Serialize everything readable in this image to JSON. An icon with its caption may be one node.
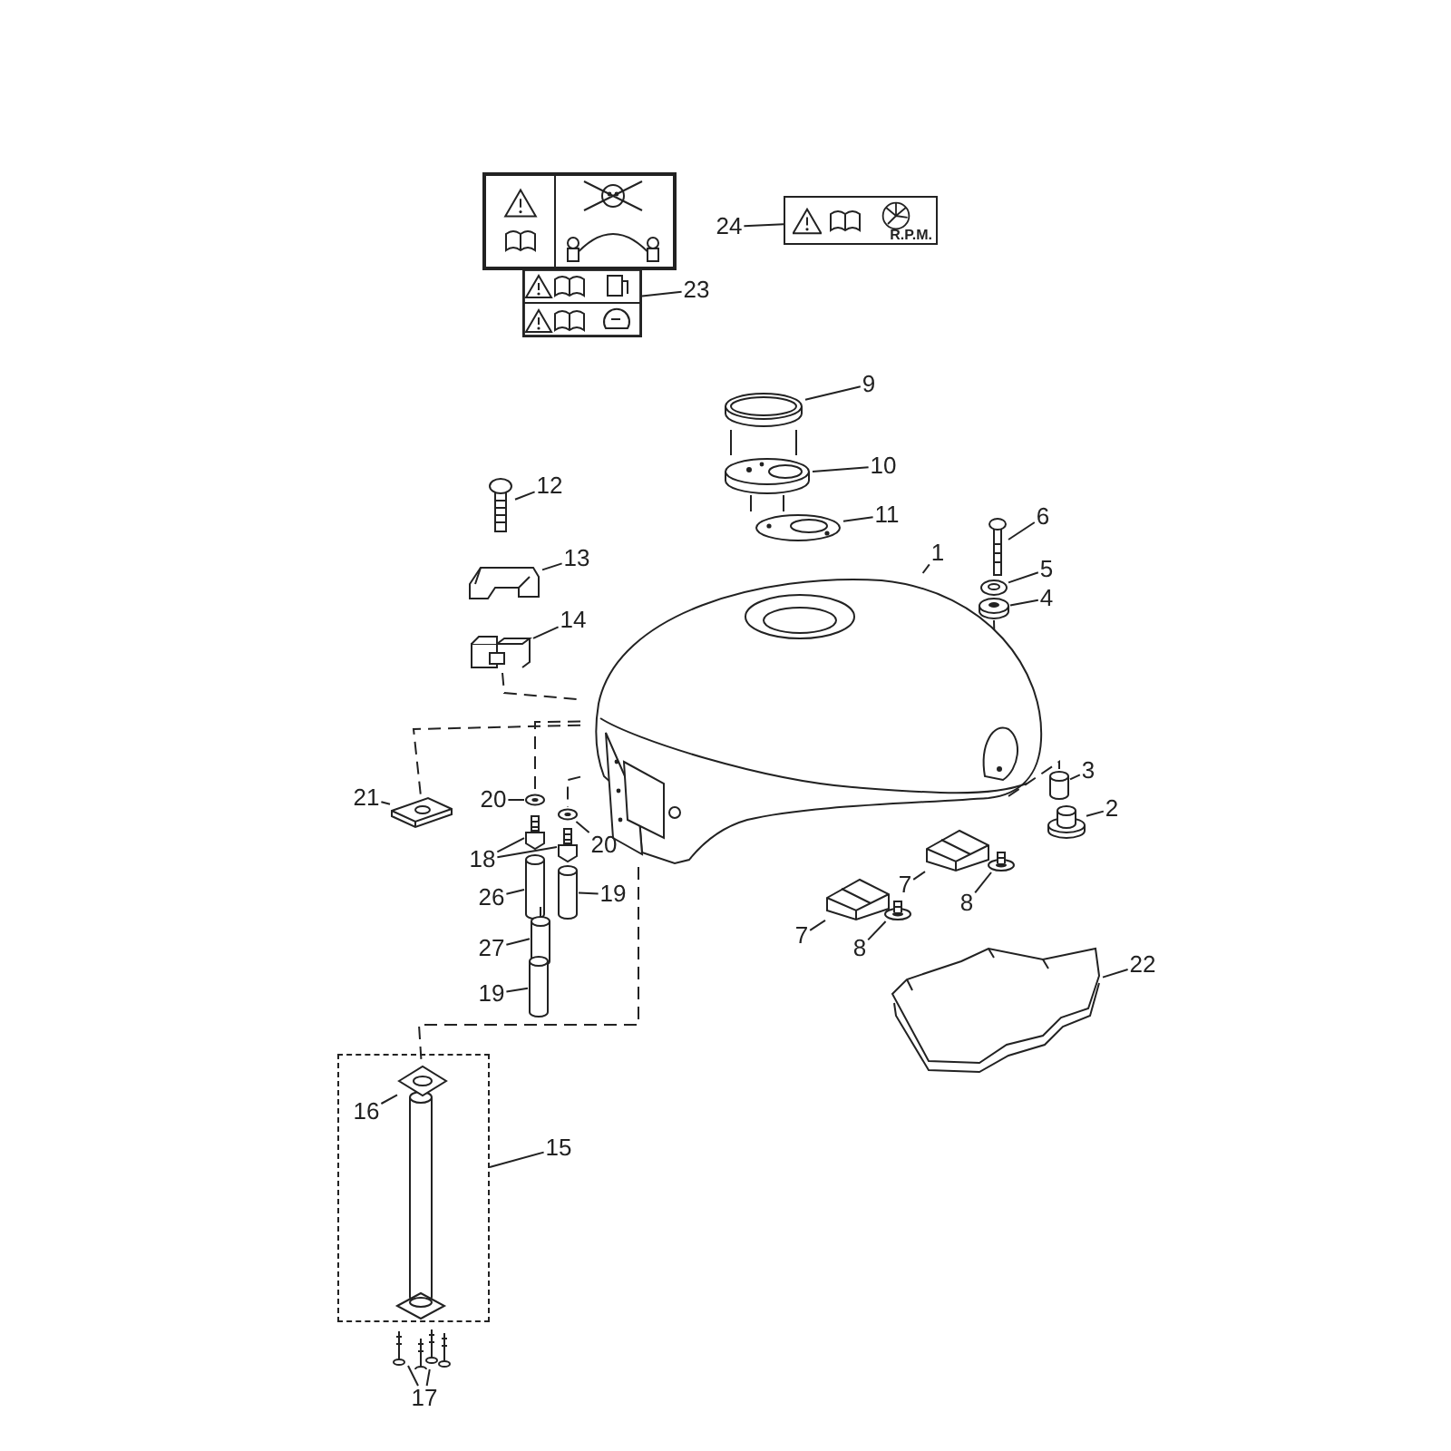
{
  "diagram": {
    "nodes": [
      {
        "text": [],
        "shape": "picture"
      },
      {
        "text": [
          "24"
        ]
      },
      {
        "text": [
          "R.P.M."
        ]
      },
      {
        "text": [
          "23"
        ]
      },
      {
        "text": [
          "9"
        ]
      },
      {
        "text": [],
        "shape": "picture"
      },
      {
        "text": [
          "10"
        ]
      },
      {
        "text": [],
        "shape": "picture"
      },
      {
        "text": [
          "12"
        ]
      },
      {
        "text": [],
        "shape": "picture"
      },
      {
        "text": [
          "11"
        ]
      },
      {
        "text": [],
        "shape": "picture"
      },
      {
        "text": [
          "6"
        ]
      },
      {
        "text": [],
        "shape": "picture"
      },
      {
        "text": [
          "13"
        ]
      },
      {
        "text": [],
        "shape": "picture"
      },
      {
        "text": [
          "1"
        ]
      },
      {
        "text": [],
        "shape": "picture"
      },
      {
        "text": [
          "5"
        ]
      },
      {
        "text": [],
        "shape": "picture"
      },
      {
        "text": [
          "4"
        ]
      },
      {
        "text": [],
        "shape": "picture"
      },
      {
        "text": [
          "14"
        ]
      },
      {
        "text": [],
        "shape": "picture"
      },
      {
        "text": [
          "3"
        ]
      },
      {
        "text": [],
        "shape": "cylinder"
      },
      {
        "text": [
          "21"
        ]
      },
      {
        "text": [],
        "shape": "picture"
      },
      {
        "text": [
          "20"
        ]
      },
      {
        "text": [],
        "shape": "picture"
      },
      {
        "text": [
          "2"
        ]
      },
      {
        "text": [],
        "shape": "picture"
      },
      {
        "text": [
          "18"
        ]
      },
      {
        "text": [],
        "shape": "bolt"
      },
      {
        "text": [],
        "shape": "bolt"
      },
      {
        "text": [
          "20"
        ]
      },
      {
        "text": [],
        "shape": "picture"
      },
      {
        "text": [
          "7"
        ]
      },
      {
        "text": [],
        "shape": "picture"
      },
      {
        "text": [
          "8"
        ]
      },
      {
        "text": [],
        "shape": "picture"
      },
      {
        "text": [
          "26"
        ]
      },
      {
        "text": [],
        "shape": "picture"
      },
      {
        "text": [
          "19"
        ]
      },
      {
        "text": [],
        "shape": "cylinder"
      },
      {
        "text": [
          "7"
        ]
      },
      {
        "text": [],
        "shape": "picture"
      },
      {
        "text": [
          "27"
        ]
      },
      {
        "text": [],
        "shape": "picture"
      },
      {
        "text": [
          "8"
        ]
      },
      {
        "text": [],
        "shape": "picture"
      },
      {
        "text": [
          "22"
        ]
      },
      {
        "text": [],
        "shape": "picture"
      },
      {
        "text": [
          "19"
        ]
      },
      {
        "text": [],
        "shape": "cylinder"
      },
      {
        "text": [],
        "shape": "box"
      },
      {
        "text": [
          "16"
        ],
        "in": 55
      },
      {
        "text": [],
        "shape": "picture",
        "in": 55
      },
      {
        "text": [
          "15"
        ]
      },
      {
        "text": [],
        "shape": "picture"
      },
      {
        "text": [],
        "shape": "picture"
      },
      {
        "text": [
          "17"
        ]
      }
    ],
    "edges": [
      {
        "from": 1,
        "to": 2,
        "arrow": "none"
      },
      {
        "from": 3,
        "to": 0,
        "arrow": "none"
      },
      {
        "from": 4,
        "to": 5,
        "arrow": "none"
      },
      {
        "from": 6,
        "to": 7,
        "arrow": "none"
      },
      {
        "from": 8,
        "to": 9,
        "arrow": "none"
      },
      {
        "from": 10,
        "to": 11,
        "arrow": "none"
      },
      {
        "from": 12,
        "to": 13,
        "arrow": "none"
      },
      {
        "from": 14,
        "to": 15,
        "arrow": "none"
      },
      {
        "from": 16,
        "to": 17,
        "arrow": "none"
      },
      {
        "from": 18,
        "to": 19,
        "arrow": "none"
      },
      {
        "from": 20,
        "to": 21,
        "arrow": "none"
      },
      {
        "from": 22,
        "to": 23,
        "arrow": "none"
      },
      {
        "from": 24,
        "to": 25,
        "arrow": "none"
      },
      {
        "from": 26,
        "to": 27,
        "arrow": "none"
      },
      {
        "from": 28,
        "to": 29,
        "arrow": "none"
      },
      {
        "from": 30,
        "to": 31,
        "arrow": "none"
      },
      {
        "from": 32,
        "to": 33,
        "arrow": "none"
      },
      {
        "from": 32,
        "to": 34,
        "arrow": "none"
      },
      {
        "from": 35,
        "to": 36,
        "arrow": "none"
      },
      {
        "from": 37,
        "to": 38,
        "arrow": "none"
      },
      {
        "from": 39,
        "to": 40,
        "arrow": "none"
      },
      {
        "from": 41,
        "to": 42,
        "arrow": "none"
      },
      {
        "from": 43,
        "to": 44,
        "arrow": "none"
      },
      {
        "from": 45,
        "to": 46,
        "arrow": "none"
      },
      {
        "from": 47,
        "to": 48,
        "arrow": "none"
      },
      {
        "from": 49,
        "to": 50,
        "arrow": "none"
      },
      {
        "from": 51,
        "to": 52,
        "arrow": "none"
      },
      {
        "from": 53,
        "to": 54,
        "arrow": "none"
      },
      {
        "from": 58,
        "to": 55,
        "arrow": "none"
      },
      {
        "from": 56,
        "to": 57,
        "arrow": "none"
      },
      {
        "from": 61,
        "to": 59,
        "arrow": "none"
      },
      {
        "from": 61,
        "to": 60,
        "arrow": "none"
      },
      {
        "from": 23,
        "to": 17,
        "arrow": "none",
        "style": "dashed"
      },
      {
        "from": 17,
        "to": 27,
        "arrow": "none",
        "style": "dashed"
      },
      {
        "from": 17,
        "to": 29,
        "arrow": "none",
        "style": "dashed"
      },
      {
        "from": 17,
        "to": 36,
        "arrow": "none",
        "style": "dashed"
      },
      {
        "from": 17,
        "to": 57,
        "arrow": "none",
        "style": "dashed"
      },
      {
        "from": 17,
        "to": 25,
        "arrow": "none",
        "style": "dashed"
      },
      {
        "from": 5,
        "to": 7,
        "arrow": "none"
      },
      {
        "from": 5,
        "to": 7,
        "arrow": "none"
      },
      {
        "from": 7,
        "to": 11,
        "arrow": "none"
      },
      {
        "from": 7,
        "to": 11,
        "arrow": "none"
      },
      {
        "from": 21,
        "to": 17,
        "arrow": "none",
        "style": "dashed"
      }
    ]
  }
}
